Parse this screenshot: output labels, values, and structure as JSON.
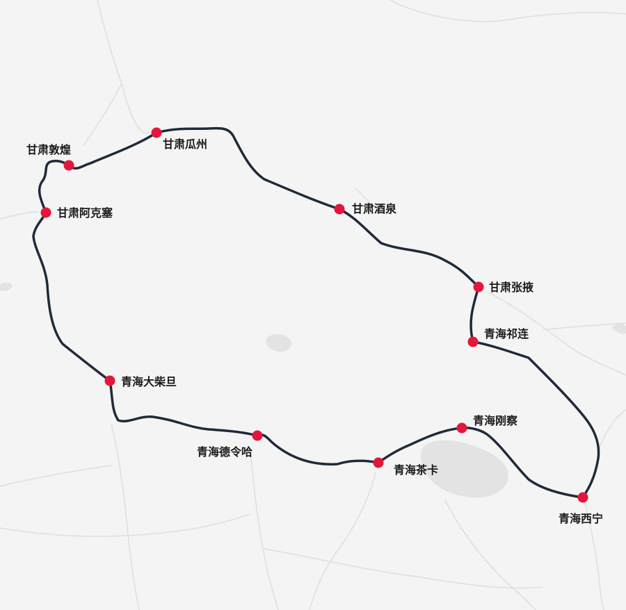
{
  "map": {
    "colors": {
      "background": "#f4f4f4",
      "route": "#1f2a3a",
      "stop": "#e3173b",
      "label": "#1a1a1a",
      "roads": "#dcdcdc",
      "water": "#e1e1e1"
    },
    "stops": [
      {
        "id": "dunhuang",
        "name": "甘肃敦煌"
      },
      {
        "id": "guazhou",
        "name": "甘肃瓜州"
      },
      {
        "id": "jiuquan",
        "name": "甘肃酒泉"
      },
      {
        "id": "zhangye",
        "name": "甘肃张掖"
      },
      {
        "id": "qilian",
        "name": "青海祁连"
      },
      {
        "id": "xining",
        "name": "青海西宁"
      },
      {
        "id": "gangcha",
        "name": "青海刚察"
      },
      {
        "id": "chaka",
        "name": "青海茶卡"
      },
      {
        "id": "delingha",
        "name": "青海德令哈"
      },
      {
        "id": "dachaidan",
        "name": "青海大柴旦"
      },
      {
        "id": "akesai",
        "name": "甘肃阿克塞"
      }
    ]
  }
}
